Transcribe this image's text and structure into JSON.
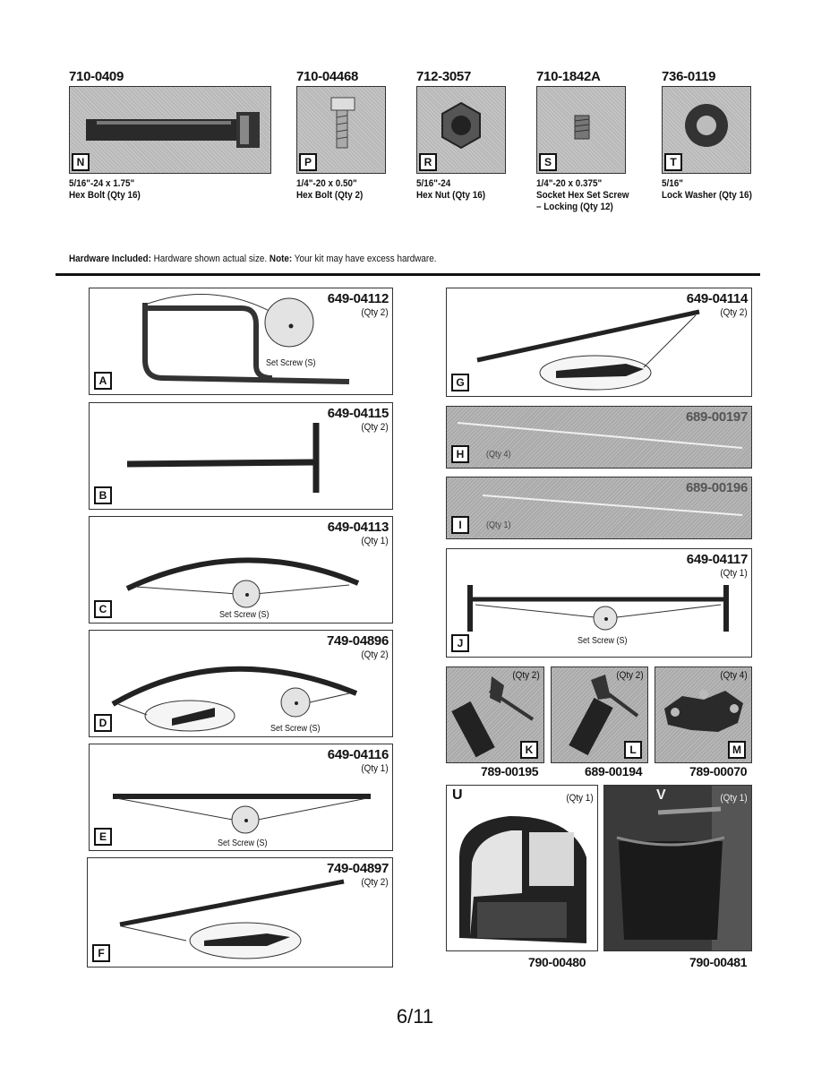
{
  "hardware": [
    {
      "part": "710-0409",
      "letter": "N",
      "desc1": "5/16\"-24 x 1.75\"",
      "desc2": "Hex Bolt (Qty 16)",
      "desc3": "",
      "icon": "hex-bolt-icon"
    },
    {
      "part": "710-04468",
      "letter": "P",
      "desc1": "1/4\"-20 x 0.50\"",
      "desc2": "Hex Bolt (Qty 2)",
      "desc3": "",
      "icon": "small-hex-bolt-icon"
    },
    {
      "part": "712-3057",
      "letter": "R",
      "desc1": "5/16\"-24",
      "desc2": "Hex Nut (Qty 16)",
      "desc3": "",
      "icon": "hex-nut-icon"
    },
    {
      "part": "710-1842A",
      "letter": "S",
      "desc1": "1/4\"-20 x 0.375\"",
      "desc2": "Socket Hex Set Screw",
      "desc3": "– Locking (Qty 12)",
      "icon": "set-screw-icon"
    },
    {
      "part": "736-0119",
      "letter": "T",
      "desc1": "5/16\"",
      "desc2": "Lock Washer (Qty 16)",
      "desc3": "",
      "icon": "lock-washer-icon"
    }
  ],
  "note": {
    "bold1": "Hardware Included:",
    "text1": " Hardware shown actual size. ",
    "bold2": "Note:",
    "text2": " Your kit may have excess hardware."
  },
  "parts": {
    "A": {
      "letter": "A",
      "part": "649-04112",
      "qty": "(Qty 2)",
      "label": "Set Screw (S)"
    },
    "B": {
      "letter": "B",
      "part": "649-04115",
      "qty": "(Qty 2)"
    },
    "C": {
      "letter": "C",
      "part": "649-04113",
      "qty": "(Qty 1)",
      "label": "Set Screw (S)"
    },
    "D": {
      "letter": "D",
      "part": "749-04896",
      "qty": "(Qty 2)",
      "label": "Set Screw (S)"
    },
    "E": {
      "letter": "E",
      "part": "649-04116",
      "qty": "(Qty 1)",
      "label": "Set Screw (S)"
    },
    "F": {
      "letter": "F",
      "part": "749-04897",
      "qty": "(Qty 2)"
    },
    "G": {
      "letter": "G",
      "part": "649-04114",
      "qty": "(Qty 2)"
    },
    "H": {
      "letter": "H",
      "part": "689-00197",
      "qty": "(Qty 4)"
    },
    "I": {
      "letter": "I",
      "part": "689-00196",
      "qty": "(Qty 1)"
    },
    "J": {
      "letter": "J",
      "part": "649-04117",
      "qty": "(Qty 1)",
      "label": "Set Screw (S)"
    },
    "K": {
      "letter": "K",
      "part": "789-00195",
      "qty": "(Qty 2)"
    },
    "L": {
      "letter": "L",
      "part": "689-00194",
      "qty": "(Qty 2)"
    },
    "M": {
      "letter": "M",
      "part": "789-00070",
      "qty": "(Qty 4)"
    },
    "U": {
      "letter": "U",
      "part": "790-00480",
      "qty": "(Qty 1)"
    },
    "V": {
      "letter": "V",
      "part": "790-00481",
      "qty": "(Qty 1)"
    }
  },
  "page": "6/11"
}
